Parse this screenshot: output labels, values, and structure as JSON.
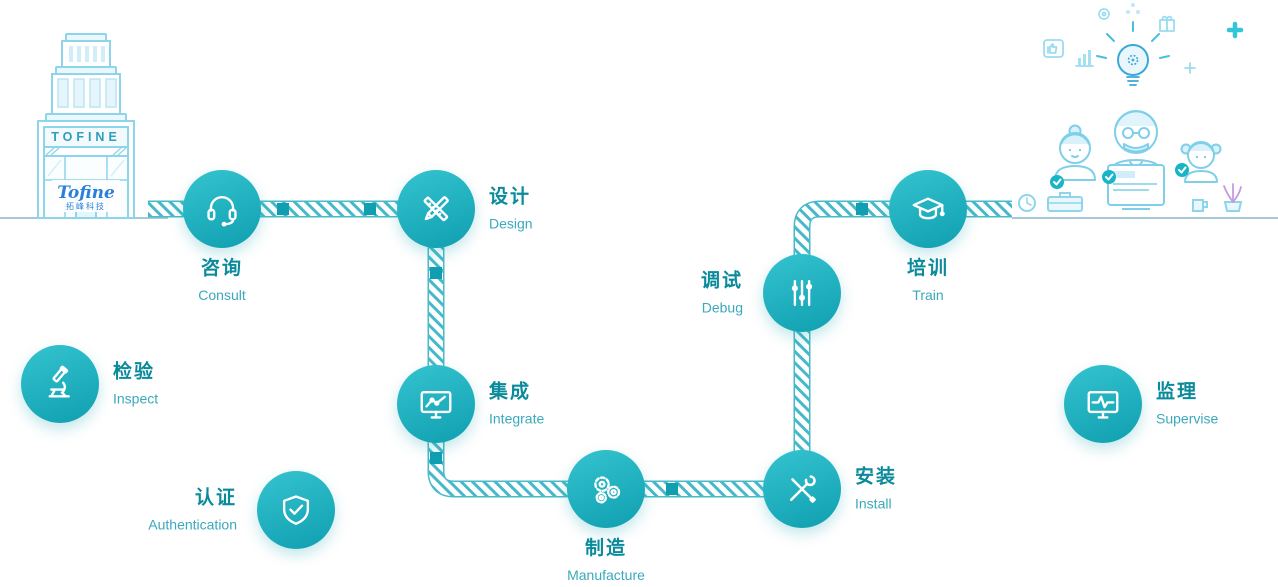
{
  "building": {
    "sign": "TOFINE",
    "logo_script": "Tofine",
    "logo_sub": "拓峰科技"
  },
  "steps": [
    {
      "zh": "咨询",
      "en": "Consult",
      "icon": "headset-icon"
    },
    {
      "zh": "设计",
      "en": "Design",
      "icon": "design-tools-icon"
    },
    {
      "zh": "集成",
      "en": "Integrate",
      "icon": "monitor-chart-icon"
    },
    {
      "zh": "制造",
      "en": "Manufacture",
      "icon": "gears-icon"
    },
    {
      "zh": "安装",
      "en": "Install",
      "icon": "tools-icon"
    },
    {
      "zh": "调试",
      "en": "Debug",
      "icon": "sliders-icon"
    },
    {
      "zh": "培训",
      "en": "Train",
      "icon": "graduation-cap-icon"
    }
  ],
  "side_steps": [
    {
      "zh": "检验",
      "en": "Inspect",
      "icon": "microscope-icon"
    },
    {
      "zh": "认证",
      "en": "Authentication",
      "icon": "shield-check-icon"
    },
    {
      "zh": "监理",
      "en": "Supervise",
      "icon": "monitor-pulse-icon"
    }
  ],
  "colors": {
    "circle_gradient_start": "#35c3cf",
    "circle_gradient_end": "#0f9fb0",
    "zh_text": "#0a8a9b",
    "en_text": "#3aa9bc",
    "path_border": "#49bac9",
    "path_stripe": "#45b9c9",
    "marker": "#0f9fb0",
    "illustration_line": "#8ed5ec",
    "logo_blue": "#2b7fd9"
  }
}
